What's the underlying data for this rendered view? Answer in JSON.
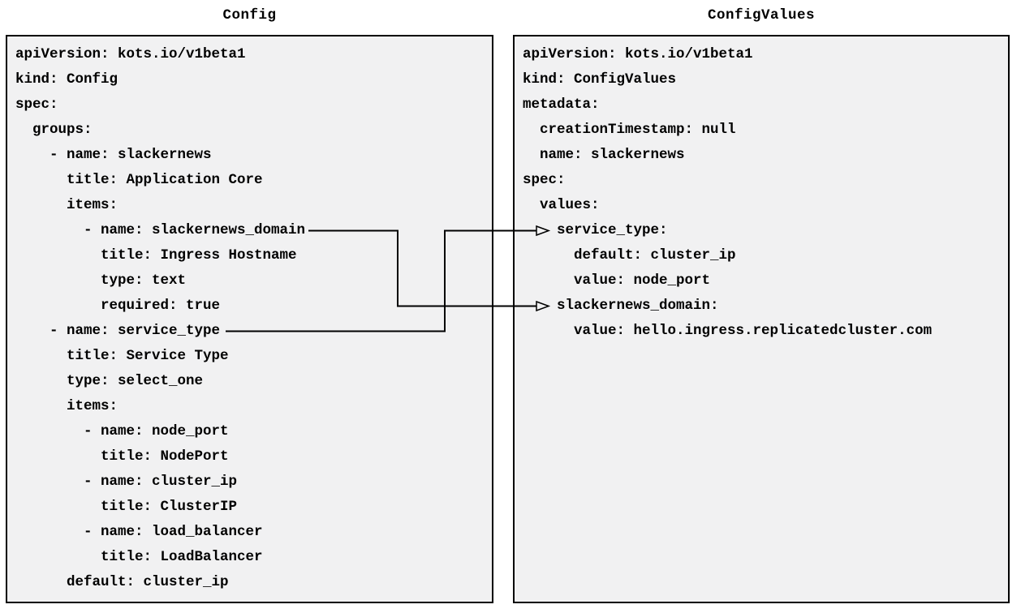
{
  "panels": [
    {
      "id": "config",
      "title": "Config",
      "lines": [
        "apiVersion: kots.io/v1beta1",
        "kind: Config",
        "spec:",
        "  groups:",
        "    - name: slackernews",
        "      title: Application Core",
        "      items:",
        "        - name: slackernews_domain",
        "          title: Ingress Hostname",
        "          type: text",
        "          required: true",
        "    - name: service_type",
        "      title: Service Type",
        "      type: select_one",
        "      items:",
        "        - name: node_port",
        "          title: NodePort",
        "        - name: cluster_ip",
        "          title: ClusterIP",
        "        - name: load_balancer",
        "          title: LoadBalancer",
        "      default: cluster_ip"
      ]
    },
    {
      "id": "configvalues",
      "title": "ConfigValues",
      "lines": [
        "apiVersion: kots.io/v1beta1",
        "kind: ConfigValues",
        "metadata:",
        "  creationTimestamp: null",
        "  name: slackernews",
        "spec:",
        "  values:",
        "    service_type:",
        "      default: cluster_ip",
        "      value: node_port",
        "    slackernews_domain:",
        "      value: hello.ingress.replicatedcluster.com"
      ]
    }
  ],
  "connections": [
    {
      "source_panel": "Config",
      "source_field": "slackernews_domain",
      "target_panel": "ConfigValues",
      "target_field": "slackernews_domain"
    },
    {
      "source_panel": "Config",
      "source_field": "service_type",
      "target_panel": "ConfigValues",
      "target_field": "service_type"
    }
  ],
  "colors": {
    "page_background": "#ffffff",
    "panel_background": "#f1f1f2",
    "panel_border": "#000000",
    "text": "#000000",
    "connector": "#000000"
  }
}
